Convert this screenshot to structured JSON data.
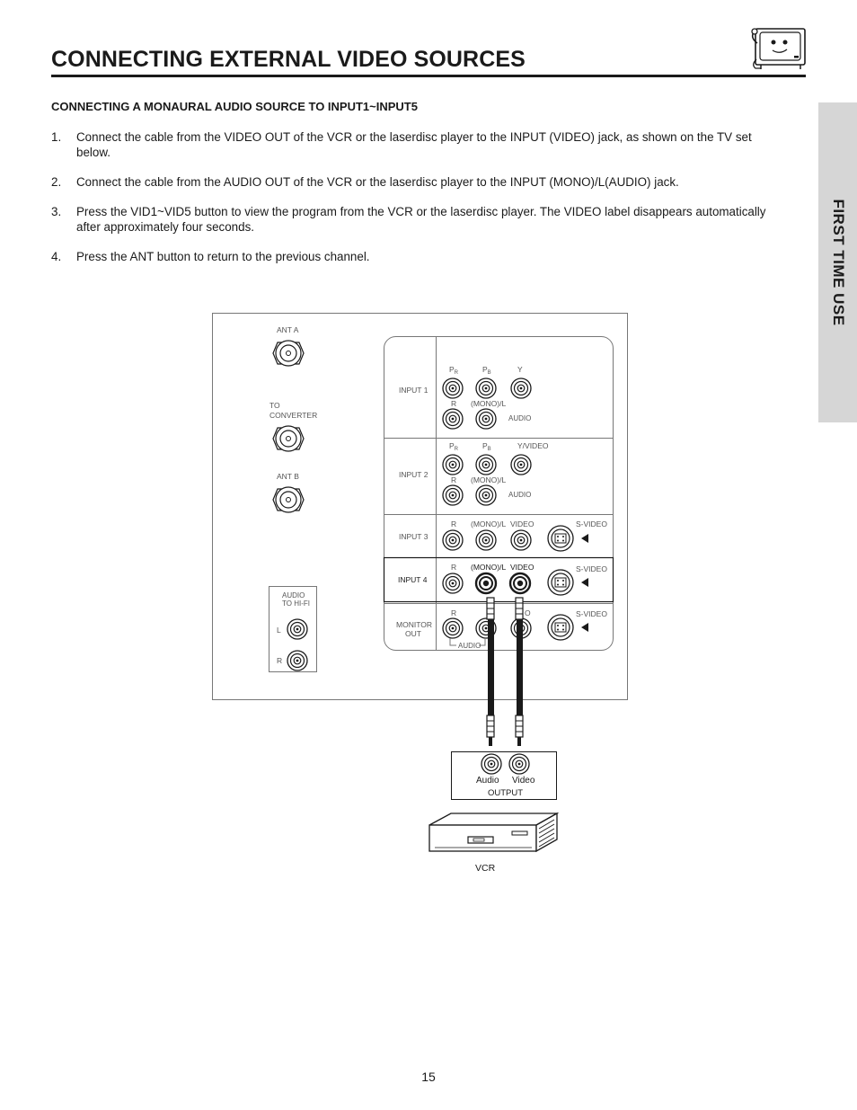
{
  "page": {
    "title": "CONNECTING EXTERNAL VIDEO SOURCES",
    "side_tab": "FIRST TIME USE",
    "page_number": "15"
  },
  "section": {
    "heading": "CONNECTING A MONAURAL AUDIO SOURCE TO INPUT1~INPUT5",
    "steps": [
      {
        "num": "1.",
        "text": "Connect the cable from the VIDEO OUT of the VCR or the laserdisc player to the INPUT (VIDEO) jack, as shown on the TV set below."
      },
      {
        "num": "2.",
        "text": "Connect the cable from the AUDIO OUT of the VCR or the laserdisc player to the INPUT (MONO)/L(AUDIO) jack."
      },
      {
        "num": "3.",
        "text": "Press the VID1~VID5 button to view the program from the VCR or the laserdisc player.  The VIDEO label disappears automatically after approximately four seconds."
      },
      {
        "num": "4.",
        "text": "Press the ANT button to return to the previous channel."
      }
    ]
  },
  "diagram": {
    "antenna": {
      "ant_a": "ANT A",
      "to_converter_1": "TO",
      "to_converter_2": "CONVERTER",
      "ant_b": "ANT B"
    },
    "audio_hifi": {
      "label_1": "AUDIO",
      "label_2": "TO HI-FI",
      "l": "L",
      "r": "R"
    },
    "inputs": {
      "input1": "INPUT 1",
      "input2": "INPUT 2",
      "input3": "INPUT 3",
      "input4": "INPUT 4",
      "monitor_1": "MONITOR",
      "monitor_2": "OUT"
    },
    "jack_labels": {
      "pr": "P",
      "pr_sub": "R",
      "pb": "P",
      "pb_sub": "B",
      "y": "Y",
      "y_video": "Y/VIDEO",
      "r": "R",
      "mono_l": "(MONO)/L",
      "audio": "AUDIO",
      "video": "VIDEO",
      "svideo": "S-VIDEO",
      "monitor_video_partial": "O"
    },
    "vcr": {
      "audio": "Audio",
      "video": "Video",
      "output": "OUTPUT",
      "label": "VCR"
    },
    "colors": {
      "ink": "#1a1a1a",
      "panel_line": "#777777",
      "label_gray": "#555555",
      "tab_gray": "#d6d6d6"
    }
  }
}
